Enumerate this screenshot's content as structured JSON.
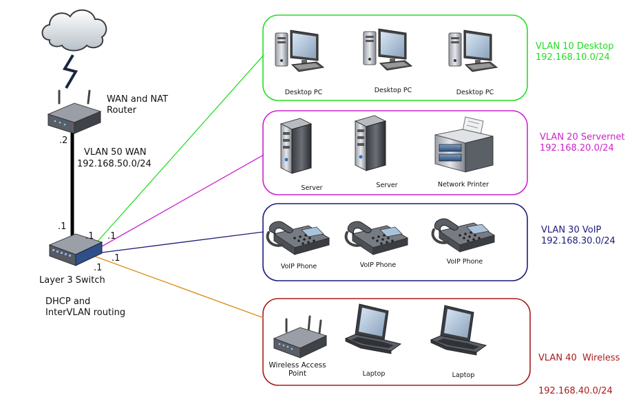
{
  "colors": {
    "vlan10": "#22dd22",
    "vlan20": "#cc22cc",
    "vlan30": "#1a1a7a",
    "vlan40": "#aa1a1a",
    "wireless_link": "#dd8811",
    "trunk": "#000000"
  },
  "router": {
    "name_line1": "WAN and NAT",
    "name_line2": "Router",
    "ip": ".2"
  },
  "wan": {
    "vlan": "VLAN 50 WAN",
    "subnet": "192.168.50.0/24"
  },
  "switch": {
    "name": "Layer 3 Switch",
    "role_line1": "DHCP and",
    "role_line2": "InterVLAN routing",
    "ip_uplink": ".1",
    "ip_vlan10": ".1",
    "ip_vlan20": ".1",
    "ip_vlan30": ".1",
    "ip_vlan40": ".1"
  },
  "vlans": [
    {
      "name": "VLAN 10 Desktop",
      "subnet": "192.168.10.0/24",
      "devices": [
        "Desktop PC",
        "Desktop PC",
        "Desktop PC"
      ]
    },
    {
      "name": "VLAN 20 Servernet",
      "subnet": "192.168.20.0/24",
      "devices": [
        "Server",
        "Server",
        "Network Printer"
      ]
    },
    {
      "name": "VLAN 30 VoIP",
      "subnet": "192.168.30.0/24",
      "devices": [
        "VoIP Phone",
        "VoIP Phone",
        "VoIP Phone"
      ]
    },
    {
      "name": "VLAN 40  Wireless",
      "subnet": "192.168.40.0/24",
      "devices": [
        "Wireless Access\nPoint",
        "Laptop",
        "Laptop"
      ]
    }
  ]
}
